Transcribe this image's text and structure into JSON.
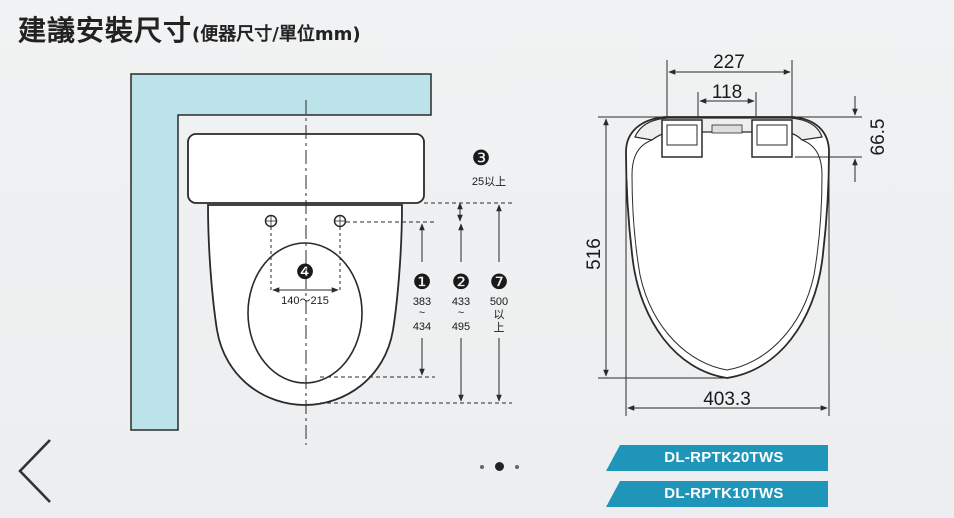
{
  "title": {
    "main": "建議安裝尺寸",
    "sub": "(便器尺寸/單位mm)"
  },
  "left_diagram": {
    "markers": [
      {
        "num": "❸",
        "label": "25以上"
      },
      {
        "num": "❹",
        "label": "140〜215"
      },
      {
        "num": "❶",
        "lines": [
          "383",
          "~",
          "434"
        ]
      },
      {
        "num": "❷",
        "lines": [
          "433",
          "~",
          "495"
        ]
      },
      {
        "num": "❼",
        "lines": [
          "500",
          "以",
          "上"
        ]
      }
    ]
  },
  "right_diagram": {
    "dims": {
      "top_width": "227",
      "hinge_width": "118",
      "hinge_depth": "66.5",
      "length": "516",
      "width": "403.3"
    }
  },
  "carousel": {
    "dots": 3,
    "active_index": 1
  },
  "models": [
    "DL-RPTK20TWS",
    "DL-RPTK10TWS"
  ],
  "colors": {
    "wall": "#bde3ea",
    "line": "#2a2a2a",
    "tag": "#1f96b9"
  }
}
